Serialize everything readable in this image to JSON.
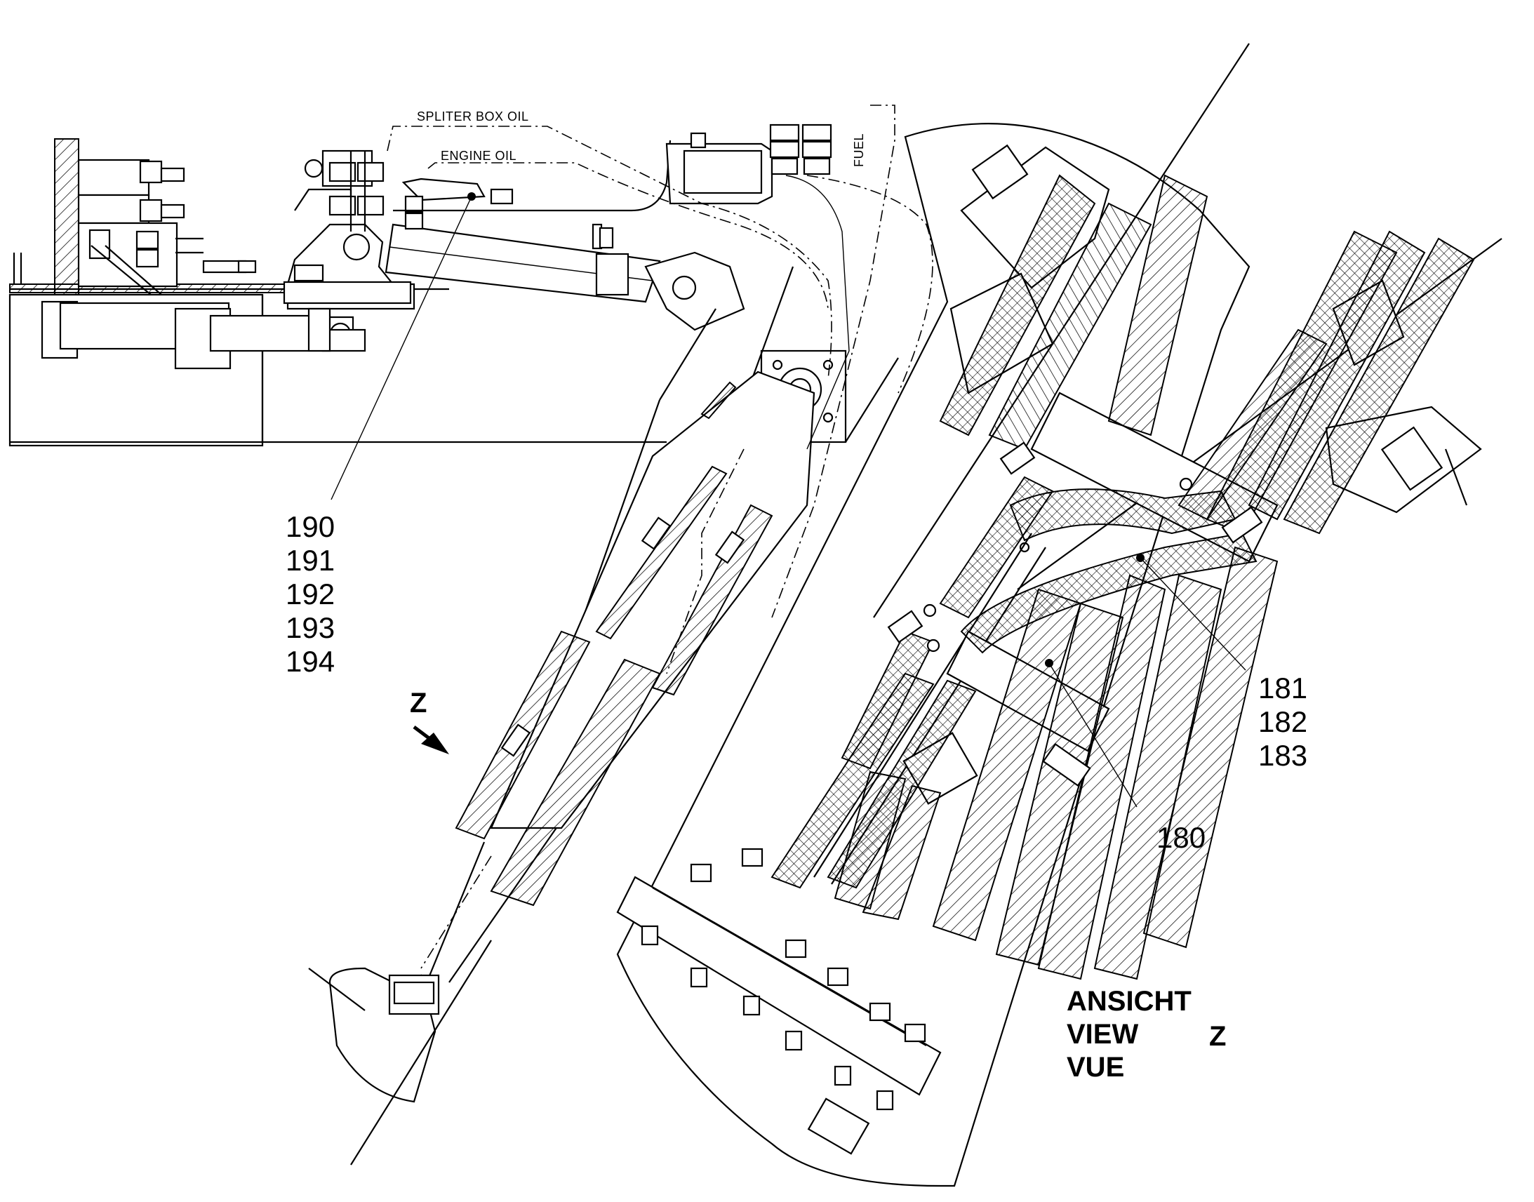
{
  "title": "",
  "lines": {
    "spliter_box_oil": "SPLITER BOX OIL",
    "engine_oil": "ENGINE OIL",
    "fuel": "FUEL"
  },
  "view_arrow": {
    "letter": "Z"
  },
  "callouts": {
    "group_190": [
      "190",
      "191",
      "192",
      "193",
      "194"
    ],
    "group_181": [
      "181",
      "182",
      "183"
    ],
    "single_180": "180"
  },
  "view_caption": {
    "line1": "ANSICHT",
    "line2": "VIEW",
    "line3": "VUE",
    "letter": "Z"
  }
}
